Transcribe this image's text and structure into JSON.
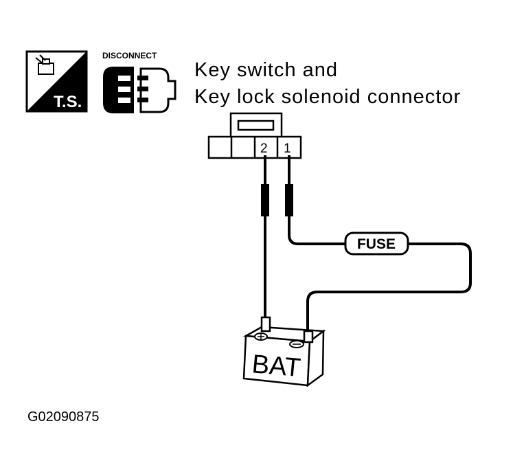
{
  "icons": {
    "test_symbol": {
      "label": "T.S.",
      "icon": "tester-probe-icon"
    },
    "disconnect": {
      "label": "DISCONNECT",
      "icon": "disconnect-connector-icon"
    }
  },
  "title": {
    "line1": "Key switch and",
    "line2": "Key lock solenoid connector"
  },
  "connector": {
    "terminals": [
      "2",
      "1"
    ]
  },
  "fuse": {
    "label": "FUSE"
  },
  "battery": {
    "label": "BAT"
  },
  "figure_code": "G02090875"
}
